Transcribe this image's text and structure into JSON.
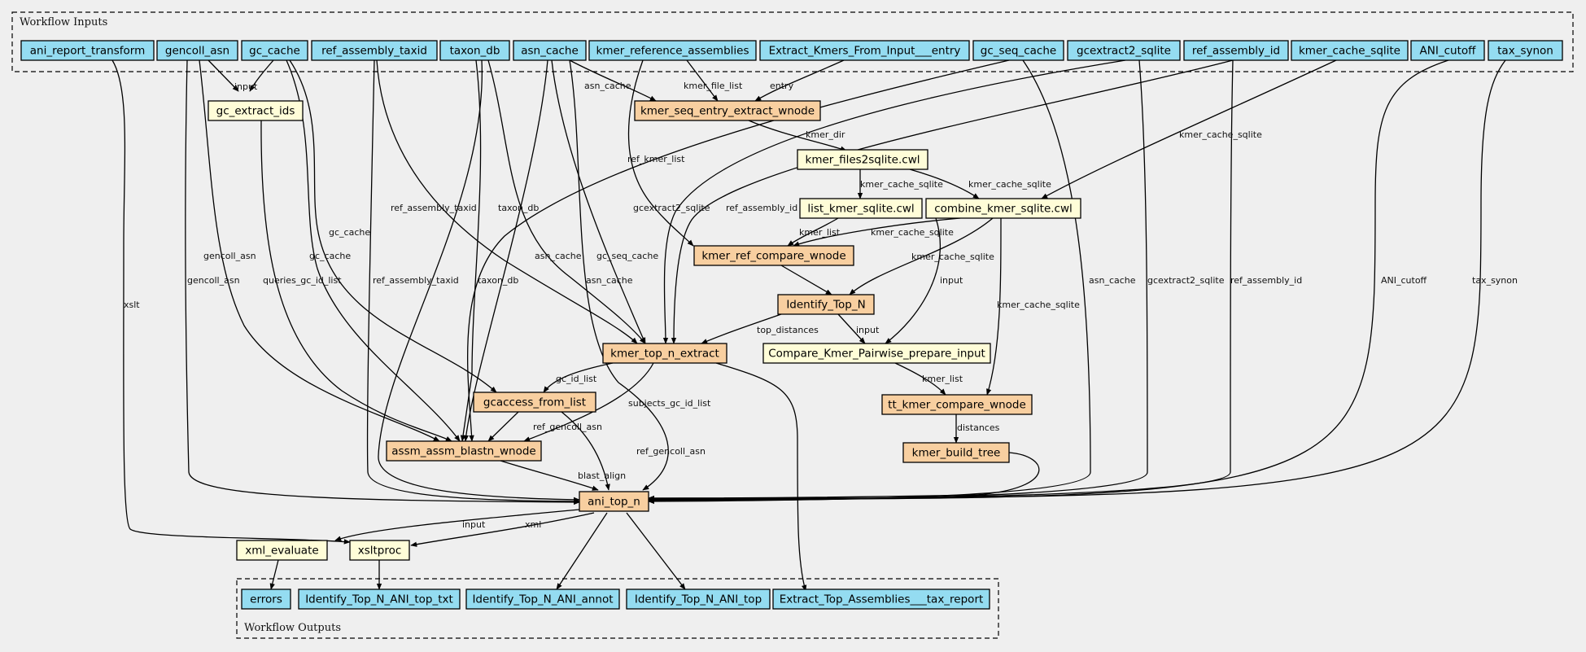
{
  "colors": {
    "background": "#efefef",
    "io": "#94dcf1",
    "step": "#f8cfa0",
    "tool": "#fffdd8",
    "stroke": "#000000"
  },
  "clusters": {
    "inputs": "Workflow Inputs",
    "outputs": "Workflow Outputs"
  },
  "nodes": {
    "ani_report_transform": "ani_report_transform",
    "gencoll_asn": "gencoll_asn",
    "gc_cache": "gc_cache",
    "ref_assembly_taxid": "ref_assembly_taxid",
    "taxon_db": "taxon_db",
    "asn_cache": "asn_cache",
    "kmer_reference_assemblies": "kmer_reference_assemblies",
    "extract_kmers_entry": "Extract_Kmers_From_Input___entry",
    "gc_seq_cache": "gc_seq_cache",
    "gcextract2_sqlite": "gcextract2_sqlite",
    "ref_assembly_id": "ref_assembly_id",
    "kmer_cache_sqlite": "kmer_cache_sqlite",
    "ani_cutoff": "ANI_cutoff",
    "tax_synon": "tax_synon",
    "gc_extract_ids": "gc_extract_ids",
    "kmer_seq_entry_extract_wnode": "kmer_seq_entry_extract_wnode",
    "kmer_files2sqlite": "kmer_files2sqlite.cwl",
    "list_kmer_sqlite": "list_kmer_sqlite.cwl",
    "combine_kmer_sqlite": "combine_kmer_sqlite.cwl",
    "kmer_ref_compare_wnode": "kmer_ref_compare_wnode",
    "identify_top_n": "Identify_Top_N",
    "kmer_top_n_extract": "kmer_top_n_extract",
    "compare_kmer_pairwise": "Compare_Kmer_Pairwise_prepare_input",
    "gcaccess_from_list": "gcaccess_from_list",
    "tt_kmer_compare_wnode": "tt_kmer_compare_wnode",
    "assm_assm_blastn_wnode": "assm_assm_blastn_wnode",
    "kmer_build_tree": "kmer_build_tree",
    "ani_top_n": "ani_top_n",
    "xml_evaluate": "xml_evaluate",
    "xsltproc": "xsltproc",
    "errors": "errors",
    "out_top_txt": "Identify_Top_N_ANI_top_txt",
    "out_annot": "Identify_Top_N_ANI_annot",
    "out_top": "Identify_Top_N_ANI_top",
    "out_tax_report": "Extract_Top_Assemblies___tax_report"
  },
  "edge_labels": {
    "input": "input",
    "asn_cache": "asn_cache",
    "kmer_file_list": "kmer_file_list",
    "entry": "entry",
    "kmer_dir": "kmer_dir",
    "ref_kmer_list": "ref_kmer_list",
    "kmer_cache_sqlite": "kmer_cache_sqlite",
    "ref_assembly_taxid": "ref_assembly_taxid",
    "taxon_db": "taxon_db",
    "gcextract2_sqlite": "gcextract2_sqlite",
    "ref_assembly_id": "ref_assembly_id",
    "gc_cache": "gc_cache",
    "kmer_list": "kmer_list",
    "gencoll_asn": "gencoll_asn",
    "gc_seq_cache": "gc_seq_cache",
    "distances": "distances",
    "queries_gc_id_list": "queries_gc_id_list",
    "xslt": "xslt",
    "ani_cutoff": "ANI_cutoff",
    "tax_synon": "tax_synon",
    "top_distances": "top_distances",
    "gc_id_list": "gc_id_list",
    "subjects_gc_id_list": "subjects_gc_id_list",
    "ref_gencoll_asn": "ref_gencoll_asn",
    "blast_align": "blast_align",
    "xml": "xml"
  }
}
